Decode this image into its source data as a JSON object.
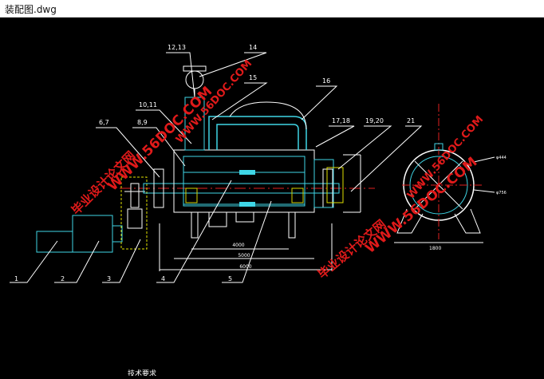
{
  "window": {
    "title": "装配图.dwg"
  },
  "drawing": {
    "part_numbers": {
      "p1": "1",
      "p2": "2",
      "p3": "3",
      "p4": "4",
      "p5": "5",
      "p67": "6,7",
      "p89": "8,9",
      "p1011": "10,11",
      "p1213": "12,13",
      "p14": "14",
      "p15": "15",
      "p16": "16",
      "p1718": "17,18",
      "p1920": "19,20",
      "p21": "21"
    },
    "dimensions": {
      "d_inner": "4000",
      "d_mid": "5000",
      "d_outer": "6000",
      "d_side": "1800"
    },
    "section_notes": [
      "φ444",
      "φ756"
    ],
    "footer_heading": "技术要求",
    "watermark": {
      "url": "WWW.56DOC.COM",
      "cn": "毕业设计论文网"
    }
  },
  "colors": {
    "background": "#000000",
    "outline": "#ffffff",
    "cyan": "#3fd6e6",
    "center_line": "#e02020",
    "watermark": "#e01a1a",
    "hatch": "#d4d400"
  }
}
